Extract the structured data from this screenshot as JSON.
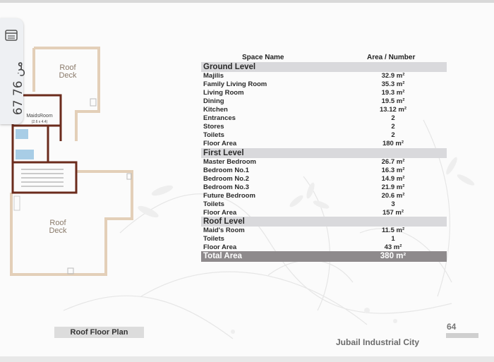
{
  "viewer": {
    "page_indicator": "67 من 76",
    "menu_icon": "app-menu-icon"
  },
  "plan": {
    "labels": {
      "roof_deck_top_1": "Roof",
      "roof_deck_top_2": "Deck",
      "roof_deck_bottom_1": "Roof",
      "roof_deck_bottom_2": "Deck",
      "maids_room": "MaidsRoom",
      "maids_room_dims": "(2.6 x 4.4)"
    },
    "caption": "Roof Floor Plan"
  },
  "table": {
    "headers": {
      "name": "Space Name",
      "value": "Area / Number"
    },
    "sections": [
      {
        "title": "Ground Level",
        "rows": [
          {
            "name": "Majilis",
            "value": "32.9 m²"
          },
          {
            "name": "Family Living Room",
            "value": "35.3 m²"
          },
          {
            "name": "Living Room",
            "value": "19.3 m²"
          },
          {
            "name": "Dining",
            "value": "19.5 m²"
          },
          {
            "name": "Kitchen",
            "value": "13.12 m²"
          },
          {
            "name": "Entrances",
            "value": "2"
          },
          {
            "name": "Stores",
            "value": "2"
          },
          {
            "name": "Toilets",
            "value": "2"
          },
          {
            "name": "Floor Area",
            "value": "180 m²"
          }
        ]
      },
      {
        "title": "First Level",
        "rows": [
          {
            "name": "Master Bedroom",
            "value": "26.7 m²"
          },
          {
            "name": "Bedroom No.1",
            "value": "16.3 m²"
          },
          {
            "name": "Bedroom No.2",
            "value": "14.9 m²"
          },
          {
            "name": "Bedroom No.3",
            "value": "21.9 m²"
          },
          {
            "name": "Future Bedroom",
            "value": "20.6 m²"
          },
          {
            "name": "Toilets",
            "value": "3"
          },
          {
            "name": "Floor Area",
            "value": "157 m²"
          }
        ]
      },
      {
        "title": "Roof Level",
        "rows": [
          {
            "name": "Maid's Room",
            "value": "11.5 m²"
          },
          {
            "name": "Toilets",
            "value": "1"
          },
          {
            "name": "Floor Area",
            "value": "43 m²"
          }
        ]
      }
    ],
    "total": {
      "name": "Total Area",
      "value": "380 m²"
    }
  },
  "footer": {
    "page_number": "64",
    "city": "Jubail Industrial City"
  }
}
